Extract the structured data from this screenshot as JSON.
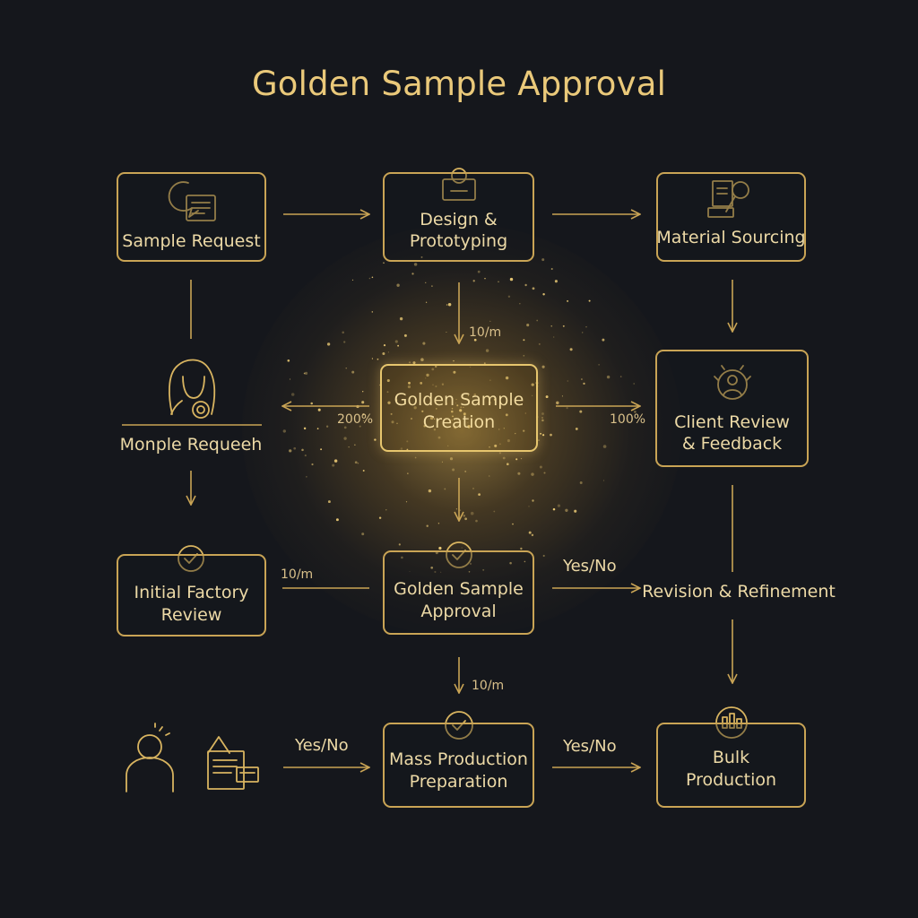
{
  "title": "Golden Sample Approval",
  "nodes": {
    "sample_request": "Sample Request",
    "design": [
      "Design &",
      "Prototyping"
    ],
    "material": "Material Sourcing",
    "monple": "Monple Requeeh",
    "center": [
      "Golden Sample",
      "Creation"
    ],
    "client": [
      "Client Review",
      "& Feedback"
    ],
    "initial": [
      "Initial Factory",
      "Review"
    ],
    "approval": [
      "Golden Sample",
      "Approval"
    ],
    "revision": "Revision & Refinement",
    "mass": [
      "Mass Production",
      "Preparation"
    ],
    "bulk": [
      "Bulk",
      "Production"
    ]
  },
  "edge_labels": {
    "design_down": "10/m",
    "left_pct": "200%",
    "right_pct": "100%",
    "initial_link": "10/m",
    "approval_down": "10/m",
    "approval_revision": "Yes/No",
    "icons_mass": "Yes/No",
    "mass_bulk": "Yes/No"
  },
  "colors": {
    "background": "#15171c",
    "gold": "#c9a455",
    "text": "#ecd9a6"
  }
}
